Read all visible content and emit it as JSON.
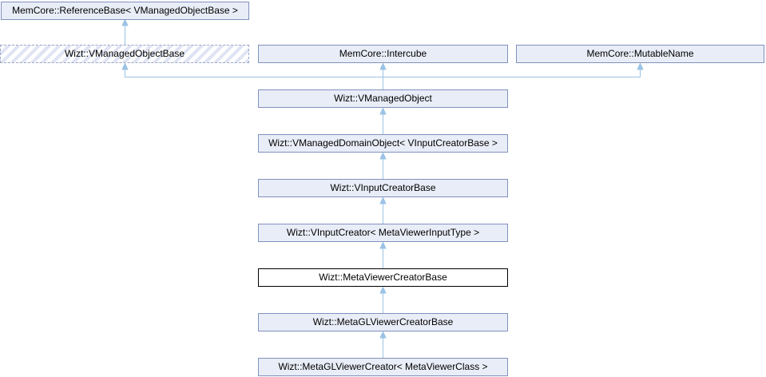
{
  "diagram": {
    "kind": "class-inheritance-graph",
    "colors": {
      "background": "#ffffff",
      "node_fill": "#e9edf7",
      "node_border": "#8191be",
      "truncated_node_border": "#9ca6c6",
      "truncated_node_stripe": "#dfe3f3",
      "current_node_border": "#000000",
      "current_node_fill": "#ffffff",
      "edge": "#9cc3e5",
      "text": "#000000"
    },
    "nodes": [
      {
        "id": "referencebase",
        "label": "MemCore::ReferenceBase< VManagedObjectBase >",
        "style": "normal"
      },
      {
        "id": "vmanagedobjectbase",
        "label": "Wizt::VManagedObjectBase",
        "style": "truncated"
      },
      {
        "id": "intercube",
        "label": "MemCore::Intercube",
        "style": "normal"
      },
      {
        "id": "mutablename",
        "label": "MemCore::MutableName",
        "style": "normal"
      },
      {
        "id": "vmanagedobject",
        "label": "Wizt::VManagedObject",
        "style": "normal"
      },
      {
        "id": "vmanageddomainobject",
        "label": "Wizt::VManagedDomainObject< VInputCreatorBase >",
        "style": "normal"
      },
      {
        "id": "vinputcreatorbase",
        "label": "Wizt::VInputCreatorBase",
        "style": "normal"
      },
      {
        "id": "vinputcreator",
        "label": "Wizt::VInputCreator< MetaViewerInputType >",
        "style": "normal"
      },
      {
        "id": "metaviewercreatorbase",
        "label": "Wizt::MetaViewerCreatorBase",
        "style": "current"
      },
      {
        "id": "metaglviewercreatorbase",
        "label": "Wizt::MetaGLViewerCreatorBase",
        "style": "normal"
      },
      {
        "id": "metaglviewercreator",
        "label": "Wizt::MetaGLViewerCreator< MetaViewerClass >",
        "style": "normal"
      }
    ],
    "edges": [
      {
        "from": "vmanagedobjectbase",
        "to": "referencebase"
      },
      {
        "from": "vmanagedobject",
        "to": "vmanagedobjectbase"
      },
      {
        "from": "vmanagedobject",
        "to": "intercube"
      },
      {
        "from": "vmanagedobject",
        "to": "mutablename"
      },
      {
        "from": "vmanageddomainobject",
        "to": "vmanagedobject"
      },
      {
        "from": "vinputcreatorbase",
        "to": "vmanageddomainobject"
      },
      {
        "from": "vinputcreator",
        "to": "vinputcreatorbase"
      },
      {
        "from": "metaviewercreatorbase",
        "to": "vinputcreator"
      },
      {
        "from": "metaglviewercreatorbase",
        "to": "metaviewercreatorbase"
      },
      {
        "from": "metaglviewercreator",
        "to": "metaglviewercreatorbase"
      }
    ]
  }
}
